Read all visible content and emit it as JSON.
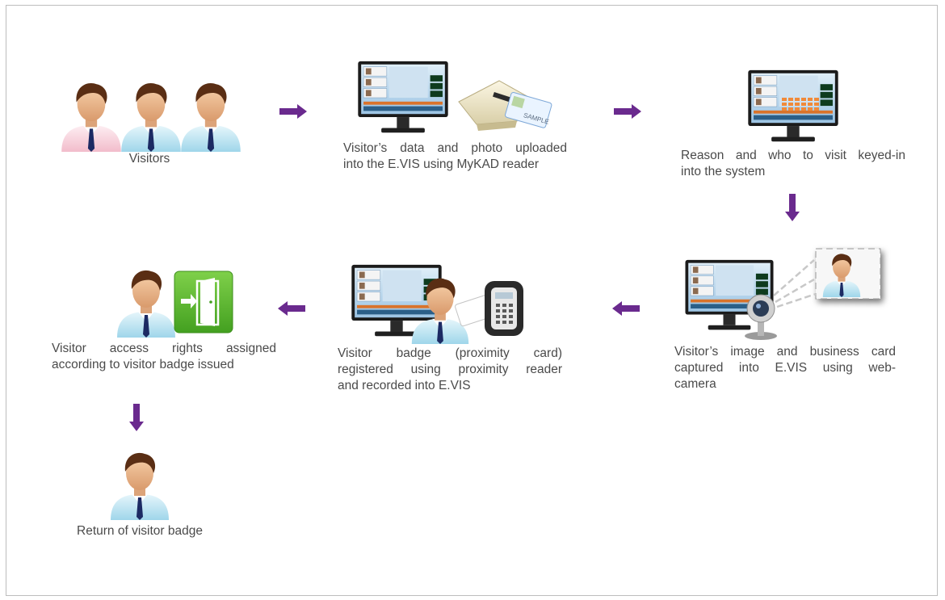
{
  "steps": {
    "visitors": {
      "caption": "Visitors"
    },
    "mykad": {
      "caption_line1": "Visitor’s data and photo uploaded",
      "caption_line2": "into the E.VIS using MyKAD reader",
      "card_text": "SAMPLE"
    },
    "reason": {
      "caption_line1": "Reason and who to visit keyed-in",
      "caption_line2": "into the system"
    },
    "webcam": {
      "caption_line1": "Visitor’s image and business card",
      "caption_line2": "captured into E.VIS using web-",
      "caption_line3": "camera"
    },
    "badge": {
      "caption_line1": "Visitor badge (proximity card)",
      "caption_line2": "registered using proximity reader",
      "caption_line3": "and recorded into E.VIS"
    },
    "access": {
      "caption_line1": "Visitor access rights assigned",
      "caption_line2": "according to visitor badge issued"
    },
    "return": {
      "caption": "Return of visitor badge"
    }
  },
  "colors": {
    "arrow": "#6a2a8e",
    "door_green": "#57b431",
    "caption": "#4a4a4a"
  },
  "icons": [
    "person-icon",
    "monitor-icon",
    "card-reader-icon",
    "webcam-icon",
    "proximity-reader-icon",
    "door-exit-icon",
    "arrow-right-icon",
    "arrow-down-icon",
    "arrow-left-icon"
  ]
}
